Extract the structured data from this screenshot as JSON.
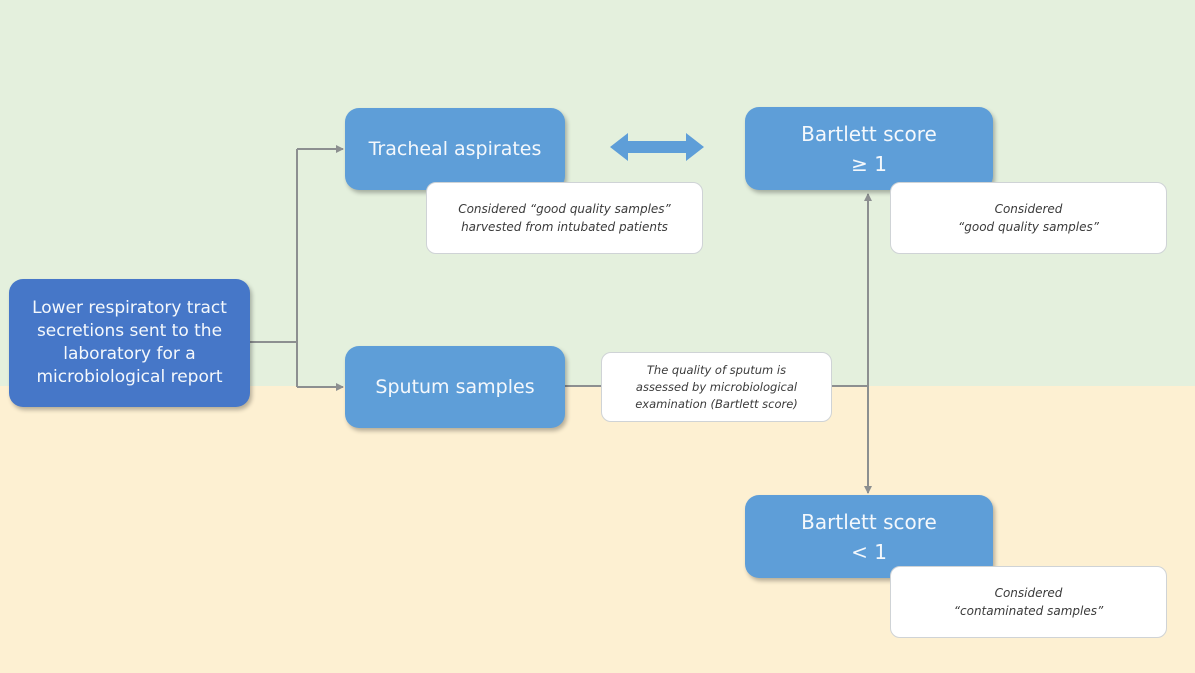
{
  "colors": {
    "top_band": "#e4f0dd",
    "bottom_band": "#fdf0d2",
    "root_node": "#4677c8",
    "node": "#5e9ed8",
    "connector": "#8c8f90",
    "double_arrow": "#5e9ed8"
  },
  "nodes": {
    "root": {
      "lines": [
        "Lower respiratory tract",
        "secretions sent to the",
        "laboratory for a",
        "microbiological report"
      ]
    },
    "tracheal": {
      "lines": [
        "Tracheal aspirates"
      ]
    },
    "sputum": {
      "lines": [
        "Sputum samples"
      ]
    },
    "bartlett_high": {
      "lines": [
        "Bartlett score",
        "≥ 1"
      ]
    },
    "bartlett_low": {
      "lines": [
        "Bartlett score",
        "< 1"
      ]
    }
  },
  "notes": {
    "tracheal_note": {
      "lines": [
        "Considered “good quality samples”",
        "harvested from intubated patients"
      ]
    },
    "sputum_note": {
      "lines": [
        "The quality of sputum is",
        "assessed by microbiological",
        "examination (Bartlett score)"
      ]
    },
    "bartlett_high_note": {
      "lines": [
        "Considered",
        "“good quality samples”"
      ]
    },
    "bartlett_low_note": {
      "lines": [
        "Considered",
        "“contaminated samples”"
      ]
    }
  },
  "icons": {
    "equivalence_arrow": "double-headed-arrow"
  }
}
